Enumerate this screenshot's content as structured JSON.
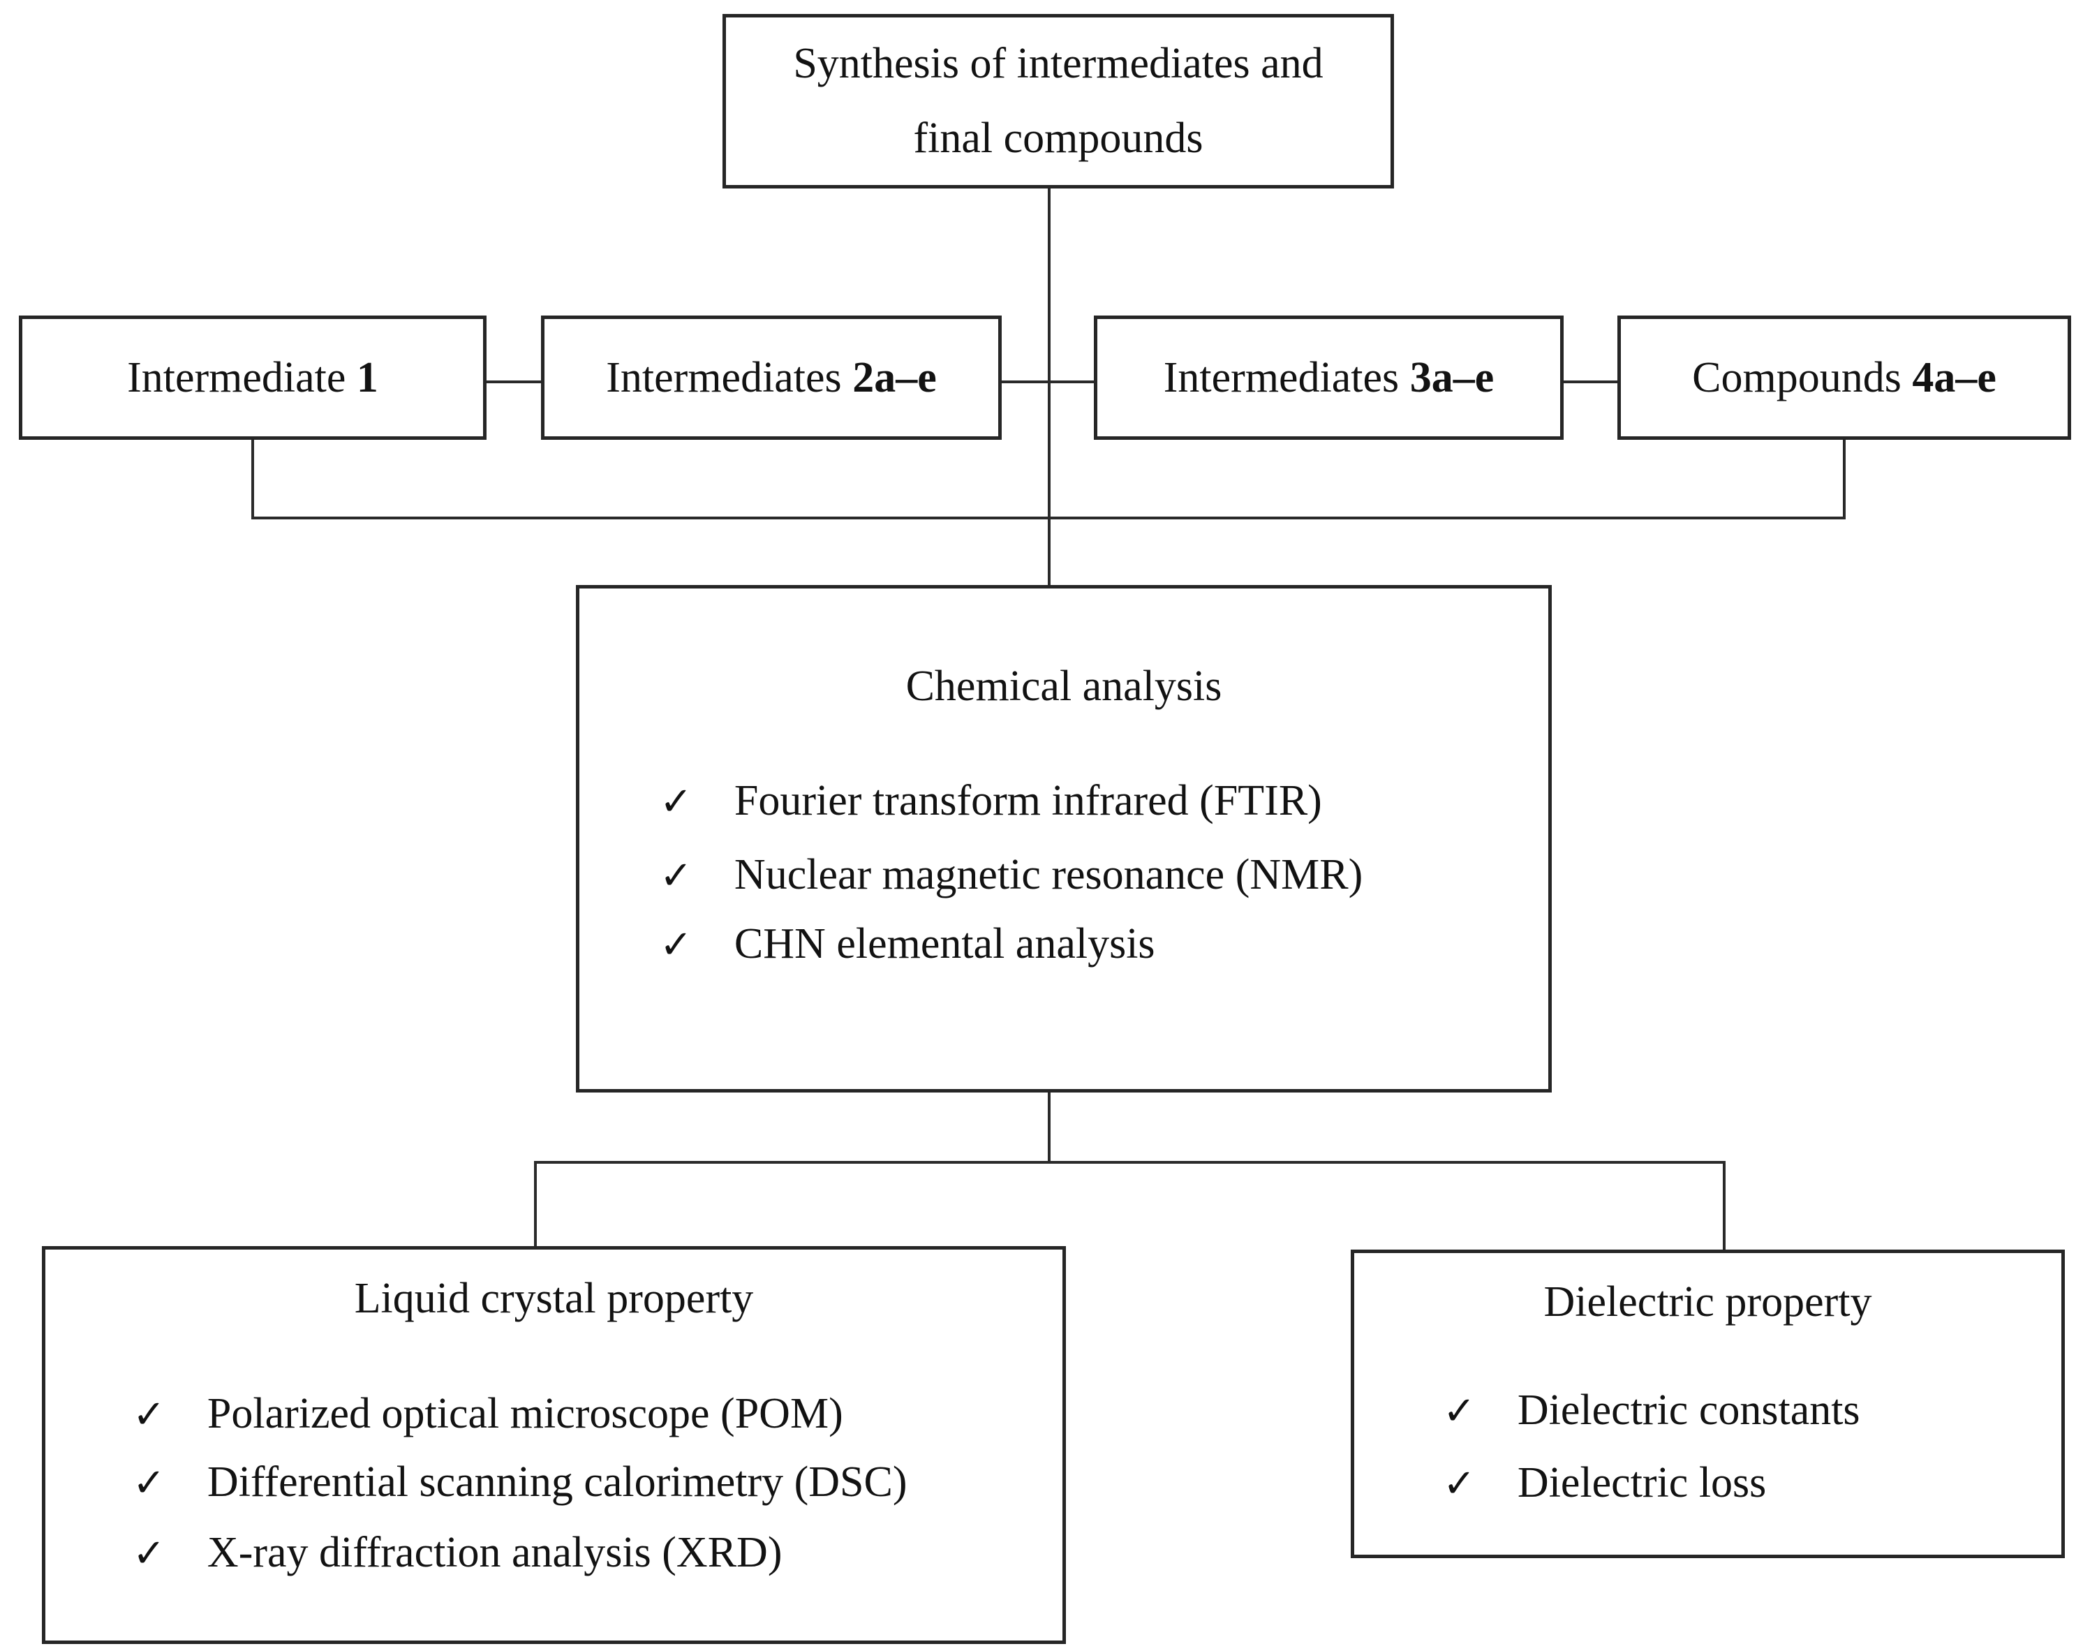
{
  "top_box": {
    "label": "Synthesis of intermediates and final compounds"
  },
  "row_boxes": [
    {
      "text": "Intermediate ",
      "bold": "1"
    },
    {
      "text": "Intermediates ",
      "bold": "2a–e"
    },
    {
      "text": "Intermediates ",
      "bold": "3a–e"
    },
    {
      "text": "Compounds ",
      "bold": "4a–e"
    }
  ],
  "check_glyph": "✓",
  "chemical_analysis": {
    "title": "Chemical analysis",
    "items": [
      "Fourier transform infrared (FTIR)",
      "Nuclear magnetic resonance (NMR)",
      "CHN elemental analysis"
    ]
  },
  "liquid_crystal": {
    "title": "Liquid crystal property",
    "items": [
      "Polarized optical microscope (POM)",
      "Differential scanning calorimetry (DSC)",
      "X-ray diffraction analysis (XRD)"
    ]
  },
  "dielectric": {
    "title": "Dielectric property",
    "items": [
      "Dielectric constants",
      "Dielectric loss"
    ]
  },
  "colors": {
    "stroke": "#262626",
    "text": "#121212",
    "background": "#ffffff"
  }
}
